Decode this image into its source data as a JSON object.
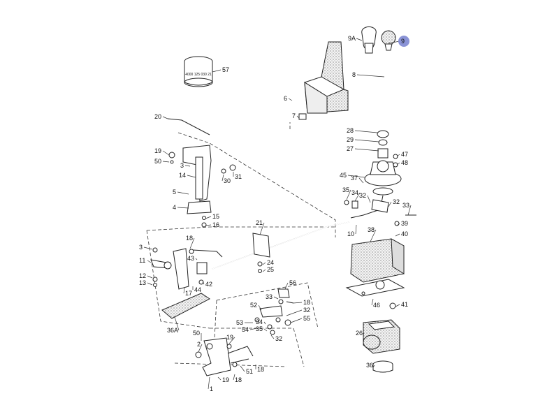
{
  "diagram": {
    "highlight_color": "#8a93d6",
    "highlighted_callout": "9",
    "callouts": [
      "9A",
      "9",
      "8",
      "57",
      "6",
      "7",
      "20",
      "19",
      "50",
      "3",
      "14",
      "30",
      "31",
      "5",
      "4",
      "15",
      "16",
      "28",
      "29",
      "27",
      "47",
      "48",
      "45",
      "37",
      "35",
      "34",
      "32",
      "32b",
      "33",
      "10",
      "38",
      "39",
      "40",
      "21",
      "18",
      "3b",
      "43",
      "11",
      "12",
      "13",
      "24",
      "25",
      "42",
      "44",
      "17",
      "36A",
      "56",
      "33b",
      "18b",
      "52",
      "32c",
      "53",
      "54",
      "34b",
      "55",
      "35b",
      "32d",
      "46",
      "41",
      "26",
      "36",
      "50b",
      "2",
      "19b",
      "51",
      "18c",
      "19c",
      "18d",
      "1"
    ],
    "labels": {
      "9A": "9A",
      "9": "9",
      "8": "8",
      "57": "57",
      "6": "6",
      "7": "7",
      "20": "20",
      "19": "19",
      "50": "50",
      "3": "3",
      "14": "14",
      "30": "30",
      "31": "31",
      "5": "5",
      "4": "4",
      "15": "15",
      "16": "16",
      "28": "28",
      "29": "29",
      "27": "27",
      "47": "47",
      "48": "48",
      "45": "45",
      "37": "37",
      "35": "35",
      "34": "34",
      "32": "32",
      "32b": "32",
      "33": "33",
      "10": "10",
      "38": "38",
      "39": "39",
      "40": "40",
      "21": "21",
      "18": "18",
      "3b": "3",
      "43": "43",
      "11": "11",
      "12": "12",
      "13": "13",
      "24": "24",
      "25": "25",
      "42": "42",
      "44": "44",
      "17": "17",
      "36A": "36A",
      "56": "56",
      "33b": "33",
      "18b": "18",
      "52": "52",
      "32c": "32",
      "53": "53",
      "54": "54",
      "34b": "34",
      "55": "55",
      "35b": "35",
      "32d": "32",
      "46": "46",
      "41": "41",
      "26": "26",
      "36": "36",
      "50b": "50",
      "2": "2",
      "19b": "19",
      "51": "51",
      "18c": "18",
      "19c": "19",
      "18d": "18",
      "1": "1"
    },
    "stamp_text": "4000 125 030 21"
  }
}
